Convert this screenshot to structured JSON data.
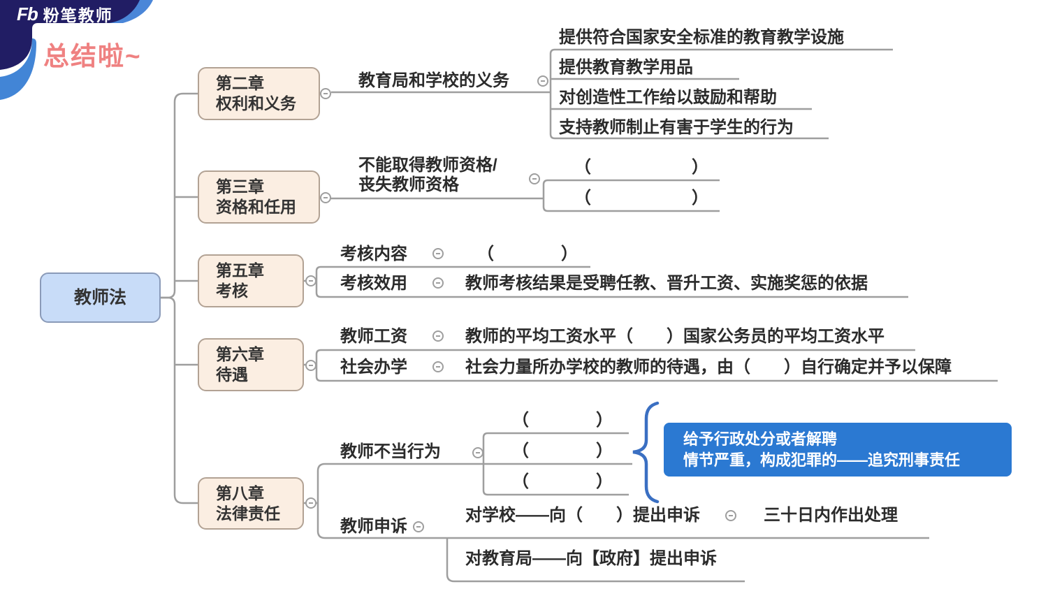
{
  "brand": {
    "logo_mark": "Fb",
    "logo_name": "粉笔教师"
  },
  "page_title": "总结啦~",
  "colors": {
    "brand_navy": "#211d64",
    "accent_blue": "#2b79d2",
    "brace_blue": "#3a6fc2",
    "title_pink": "#ef8181",
    "root_fill": "#c8dcf8",
    "chapter_fill": "#fbeee2",
    "line_gray": "#9e9e9e"
  },
  "root": {
    "label": "教师法"
  },
  "chapters": [
    {
      "name": "第二章",
      "topic": "权利和义务"
    },
    {
      "name": "第三章",
      "topic": "资格和任用"
    },
    {
      "name": "第五章",
      "topic": "考核"
    },
    {
      "name": "第六章",
      "topic": "待遇"
    },
    {
      "name": "第八章",
      "topic": "法律责任"
    }
  ],
  "ch2": {
    "branch": "教育局和学校的义务",
    "items": [
      "提供符合国家安全标准的教育教学设施",
      "提供教育教学用品",
      "对创造性工作给以鼓励和帮助",
      "支持教师制止有害于学生的行为"
    ]
  },
  "ch3": {
    "branch_line1": "不能取得教师资格/",
    "branch_line2": "丧失教师资格",
    "items": [
      "（　　　　　　）",
      "（　　　　　　）"
    ]
  },
  "ch5": {
    "rows": [
      {
        "label": "考核内容",
        "content": "（　　　　）"
      },
      {
        "label": "考核效用",
        "content": "教师考核结果是受聘任教、晋升工资、实施奖惩的依据"
      }
    ]
  },
  "ch6": {
    "rows": [
      {
        "label": "教师工资",
        "content": "教师的平均工资水平（　　）国家公务员的平均工资水平"
      },
      {
        "label": "社会办学",
        "content": "社会力量所办学校的教师的待遇，由（　　）自行确定并予以保障"
      }
    ]
  },
  "ch8": {
    "misconduct": {
      "label": "教师不当行为",
      "blanks": [
        "（　　　　）",
        "（　　　　）",
        "（　　　　）"
      ],
      "consequence_line1": "给予行政处分或者解聘",
      "consequence_line2": "情节严重，构成犯罪的——追究刑事责任"
    },
    "appeal": {
      "label": "教师申诉",
      "school_row": "对学校——向（　　）提出申诉",
      "school_result": "三十日内作出处理",
      "bureau_row": "对教育局——向【政府】提出申诉"
    }
  }
}
